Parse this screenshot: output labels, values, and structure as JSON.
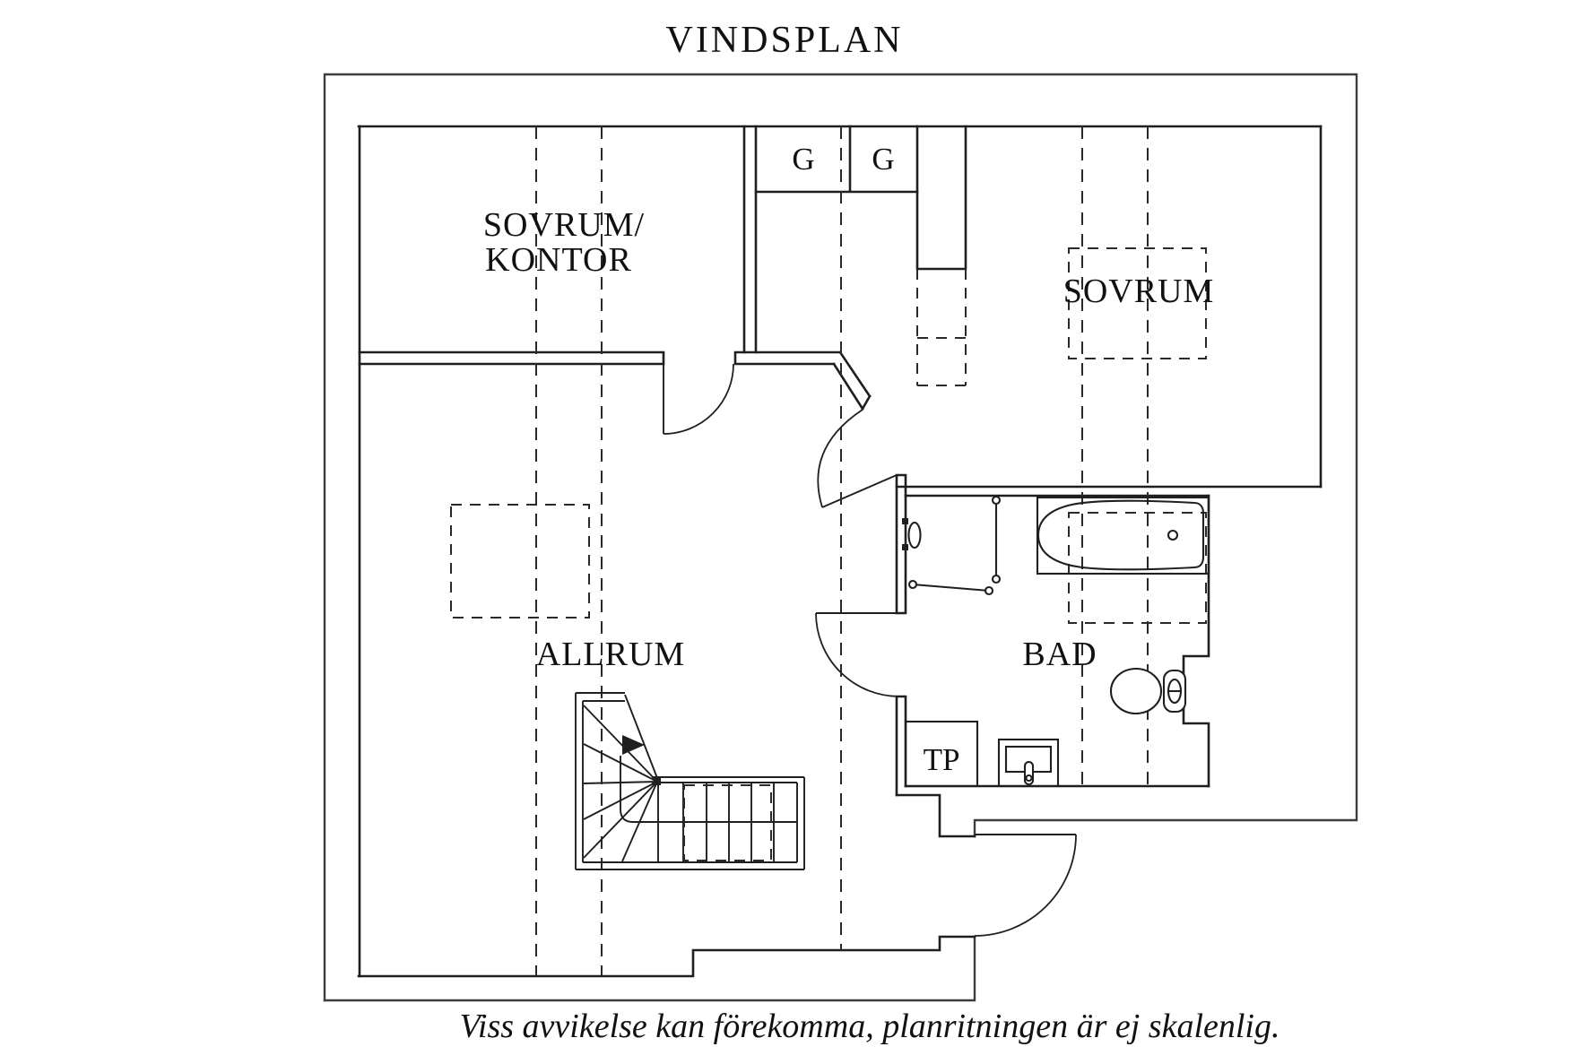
{
  "title": "VINDSPLAN",
  "footer_note": "Viss avvikelse kan förekomma, planritningen är ej skalenlig.",
  "rooms": {
    "bedroom_office_line1": "SOVRUM/",
    "bedroom_office_line2": "KONTOR",
    "bedroom": "SOVRUM",
    "living_room": "ALLRUM",
    "bathroom": "BAD",
    "laundry_column": "TP",
    "wardrobe_left": "G",
    "wardrobe_right": "G"
  },
  "colors": {
    "background": "#ffffff",
    "line": "#1f1f1f",
    "outline": "#3d3d3d",
    "text": "#111111"
  }
}
